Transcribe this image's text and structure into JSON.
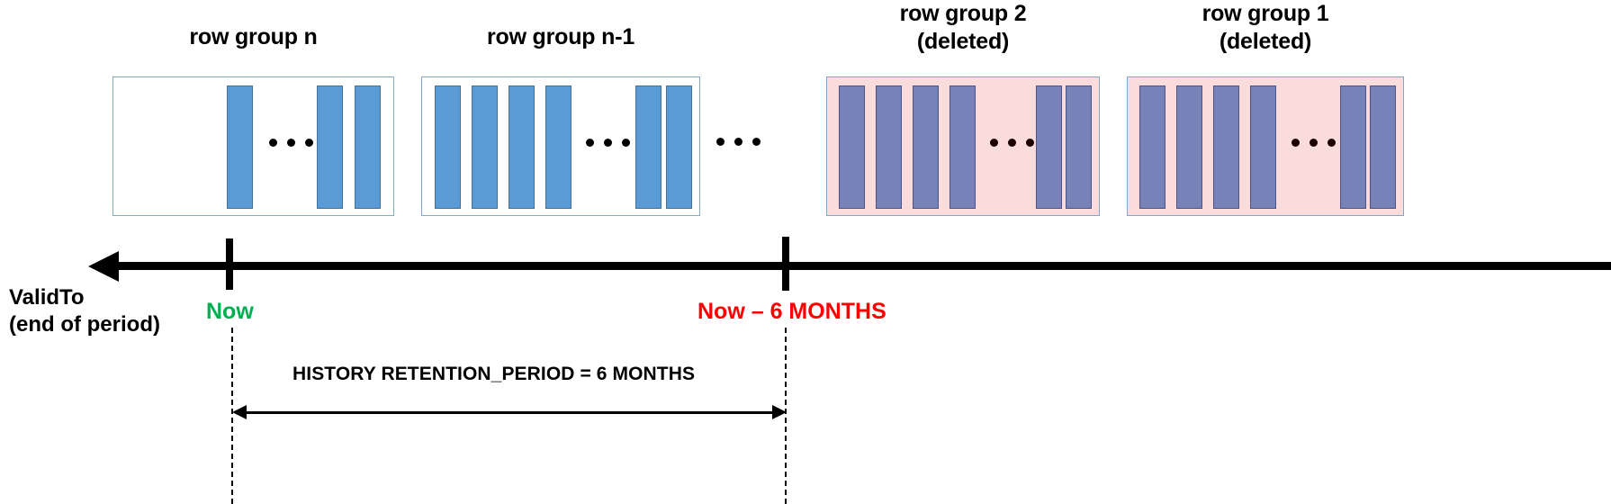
{
  "diagram": {
    "title_hidden": "",
    "colors": {
      "bar_active": "#5B9BD5",
      "bar_deleted": "#7682B8",
      "box_border": "#7FA6CE",
      "deleted_fill": "#FADCDC",
      "now_color": "#00B050",
      "past_color": "#FF0000",
      "axis_color": "#000000"
    },
    "row_groups": [
      {
        "id": "row-group-n",
        "label": "row group n",
        "deleted": false,
        "bars": 3,
        "ellipsis": true
      },
      {
        "id": "row-group-n-1",
        "label": "row group n-1",
        "deleted": false,
        "bars": 6,
        "ellipsis": true
      },
      {
        "id": "row-group-2",
        "label": "row group 2\n(deleted)",
        "deleted": true,
        "bars": 6,
        "ellipsis": true
      },
      {
        "id": "row-group-1",
        "label": "row group 1\n(deleted)",
        "deleted": true,
        "bars": 6,
        "ellipsis": true
      }
    ],
    "between_groups_ellipsis": "…",
    "axis": {
      "label": "ValidTo\n(end of period)",
      "direction": "left",
      "ticks": [
        {
          "id": "now",
          "label": "Now",
          "color": "#00B050"
        },
        {
          "id": "now-minus-6-months",
          "label": "Now – 6 MONTHS",
          "color": "#FF0000"
        }
      ]
    },
    "retention": {
      "label": "HISTORY RETENTION_PERIOD =  6 MONTHS"
    }
  }
}
